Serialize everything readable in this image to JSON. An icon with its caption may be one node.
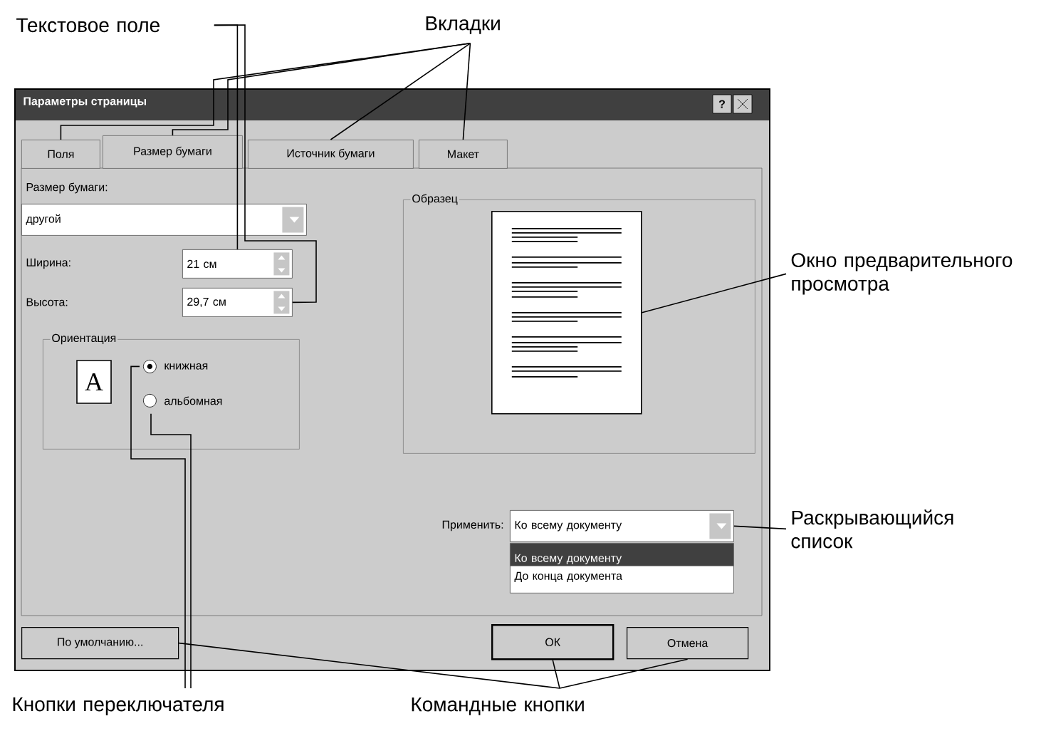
{
  "diagram": {
    "nodes": [
      {
        "text": [
          "Параметры страницы"
        ]
      },
      {
        "text": [
          "Поля"
        ],
        "in": 0
      },
      {
        "text": [
          "Размер бумаги"
        ],
        "in": 0
      },
      {
        "text": [
          "Источник бумаги"
        ],
        "in": 0
      },
      {
        "text": [
          "Макет"
        ],
        "in": 0
      },
      {
        "text": [
          "другой"
        ],
        "in": 0
      },
      {
        "text": [
          "21 см"
        ],
        "in": 0
      },
      {
        "text": [
          "29,7 см"
        ],
        "in": 0
      },
      {
        "text": [
          "Ориентация"
        ],
        "in": 0
      },
      {
        "text": [
          "книжная"
        ],
        "in": 8
      },
      {
        "text": [
          "альбомная"
        ],
        "in": 8
      },
      {
        "text": [
          "Образец"
        ],
        "in": 0
      },
      {
        "text": [],
        "shape": "picture",
        "in": 11
      },
      {
        "text": [
          "Ко всему документу"
        ],
        "in": 0
      },
      {
        "text": [
          "Ко всему документу",
          "До конца документа"
        ],
        "in": 0
      },
      {
        "text": [
          "По умолчанию..."
        ],
        "in": 0
      },
      {
        "text": [
          "ОК"
        ],
        "in": 0
      },
      {
        "text": [
          "Отмена"
        ],
        "in": 0
      },
      {
        "text": [
          "Текстовое поле"
        ]
      },
      {
        "text": [
          "Вкладки"
        ]
      },
      {
        "text": [
          "Окно предварительного просмотра"
        ]
      },
      {
        "text": [
          "Раскрывающийся список"
        ]
      },
      {
        "text": [
          "Кнопки переключателя"
        ]
      },
      {
        "text": [
          "Командные кнопки"
        ]
      }
    ],
    "edges": [
      {
        "from": 18,
        "to": 6,
        "arrow": "none"
      },
      {
        "from": 18,
        "to": 7,
        "arrow": "none"
      },
      {
        "from": 19,
        "to": 1,
        "arrow": "none"
      },
      {
        "from": 19,
        "to": 2,
        "arrow": "none"
      },
      {
        "from": 19,
        "to": 3,
        "arrow": "none"
      },
      {
        "from": 19,
        "to": 4,
        "arrow": "none"
      },
      {
        "from": 20,
        "to": 12,
        "arrow": "none"
      },
      {
        "from": 21,
        "to": 13,
        "arrow": "none"
      },
      {
        "from": 22,
        "to": 9,
        "arrow": "none"
      },
      {
        "from": 22,
        "to": 10,
        "arrow": "none"
      },
      {
        "from": 23,
        "to": 15,
        "arrow": "none"
      },
      {
        "from": 23,
        "to": 16,
        "arrow": "none"
      },
      {
        "from": 23,
        "to": 17,
        "arrow": "none"
      }
    ],
    "labels": [
      "?",
      "Размер бумаги:",
      "Ширина:",
      "Высота:",
      "A",
      "Применить:"
    ]
  }
}
